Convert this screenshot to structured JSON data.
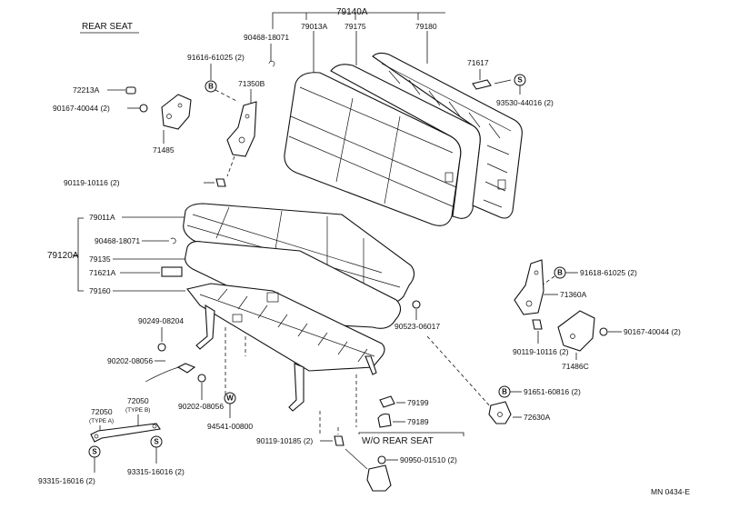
{
  "header": {
    "title": "REAR SEAT"
  },
  "footer": {
    "code": "MN 0434-E"
  },
  "labels": {
    "p79140A": "79140A",
    "p90468_18071_top": "90468-18071",
    "p79013A": "79013A",
    "p79175": "79175",
    "p79180": "79180",
    "p91616_61025_left": "91616-61025 (2)",
    "p71350B": "71350B",
    "p72213A": "72213A",
    "p90167_40044_left": "90167-40044 (2)",
    "p71485": "71485",
    "p71617": "71617",
    "p93530_44016": "93530-44016 (2)",
    "p90119_10116_left": "90119-10116 (2)",
    "p79011A": "79011A",
    "p90468_18071_mid": "90468-18071",
    "p79120A": "79120A",
    "p79135": "79135",
    "p71621A": "71621A",
    "p79160": "79160",
    "p90523_06017": "90523-06017",
    "p90249_08204": "90249-08204",
    "p90202_08056_a": "90202-08056",
    "p90202_08056_b": "90202-08056",
    "p94541_00800": "94541-00800",
    "p72050": "72050",
    "p72050_type": "(TYPE A)",
    "p72050B": "72050",
    "p72050B_type": "(TYPE B)",
    "p93315_16016_a": "93315-16016 (2)",
    "p93315_16016_b": "93315-16016 (2)",
    "p90119_10185": "90119-10185 (2)",
    "p79199": "79199",
    "p79189": "79189",
    "wo_rear_seat": "W/O REAR SEAT",
    "p90950_01510": "90950-01510 (2)",
    "p91618_61025_right": "91618-61025 (2)",
    "p71360A": "71360A",
    "p90167_40044_right": "90167-40044 (2)",
    "p90119_10116_right": "90119-10116 (2)",
    "p71486C": "71486C",
    "p91651_60816": "91651-60816 (2)",
    "p72630A": "72630A"
  },
  "markers": {
    "B": "B",
    "S": "S",
    "W": "W"
  }
}
